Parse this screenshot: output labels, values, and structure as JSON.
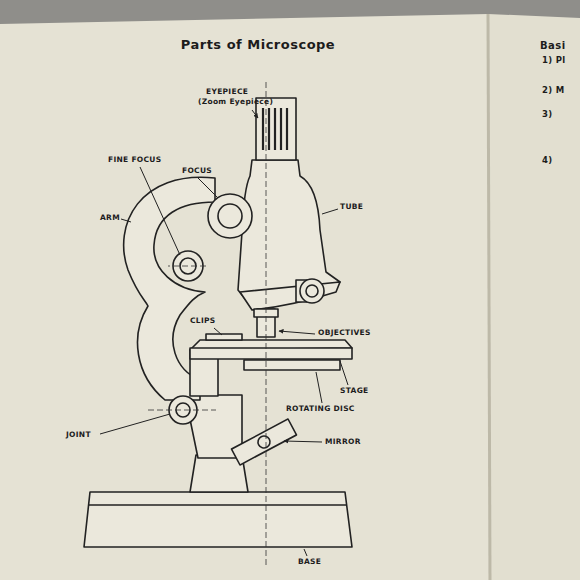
{
  "diagram": {
    "title": "Parts of Microscope",
    "labels": [
      "EYEPIECE",
      "(Zoom Eyepiece)",
      "FINE FOCUS",
      "FOCUS",
      "ARM",
      "TUBE",
      "CLIPS",
      "OBJECTIVES",
      "STAGE",
      "ROTATING DISC",
      "JOINT",
      "MIRROR",
      "BASE",
      "Basi",
      "1) Pl",
      "2) M",
      "3)",
      "4)"
    ]
  }
}
